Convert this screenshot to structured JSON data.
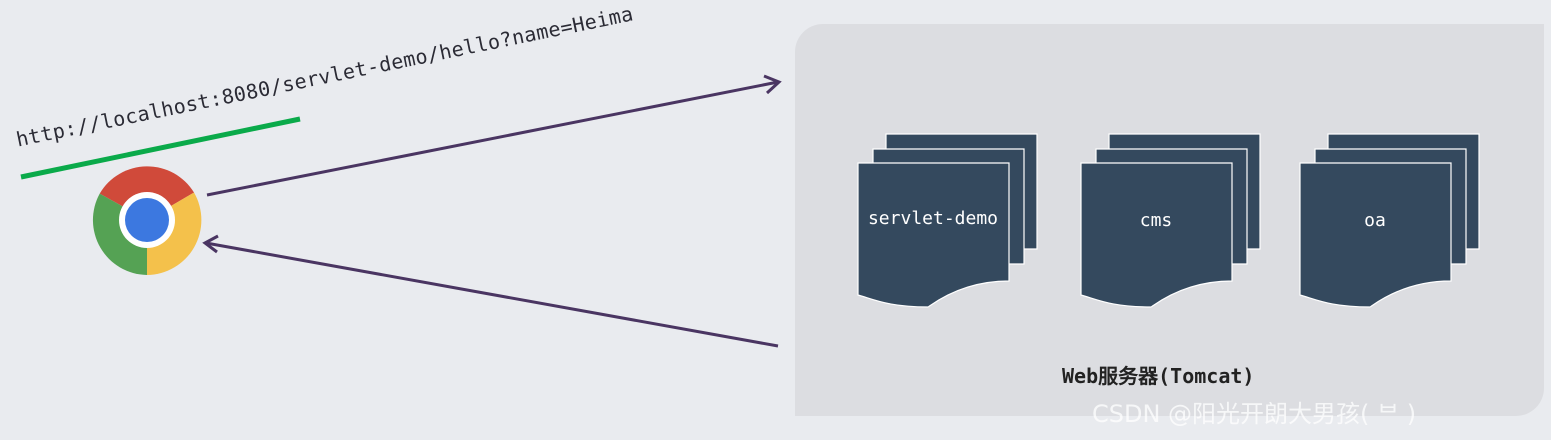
{
  "request": {
    "url": "http://localhost:8080/servlet-demo/hello?name=Heima"
  },
  "browser": {
    "icon": "chrome-icon"
  },
  "server": {
    "label": "Web服务器(Tomcat)",
    "apps": [
      {
        "name": "servlet-demo"
      },
      {
        "name": "cms"
      },
      {
        "name": "oa"
      }
    ]
  },
  "watermark": "CSDN @阳光开朗大男孩(  ᄇ  )",
  "colors": {
    "background": "#e9ebef",
    "panel": "#dcdde1",
    "doc_fill": "#34495e",
    "arrow": "#4a3562",
    "underline": "#0aaa4a"
  }
}
